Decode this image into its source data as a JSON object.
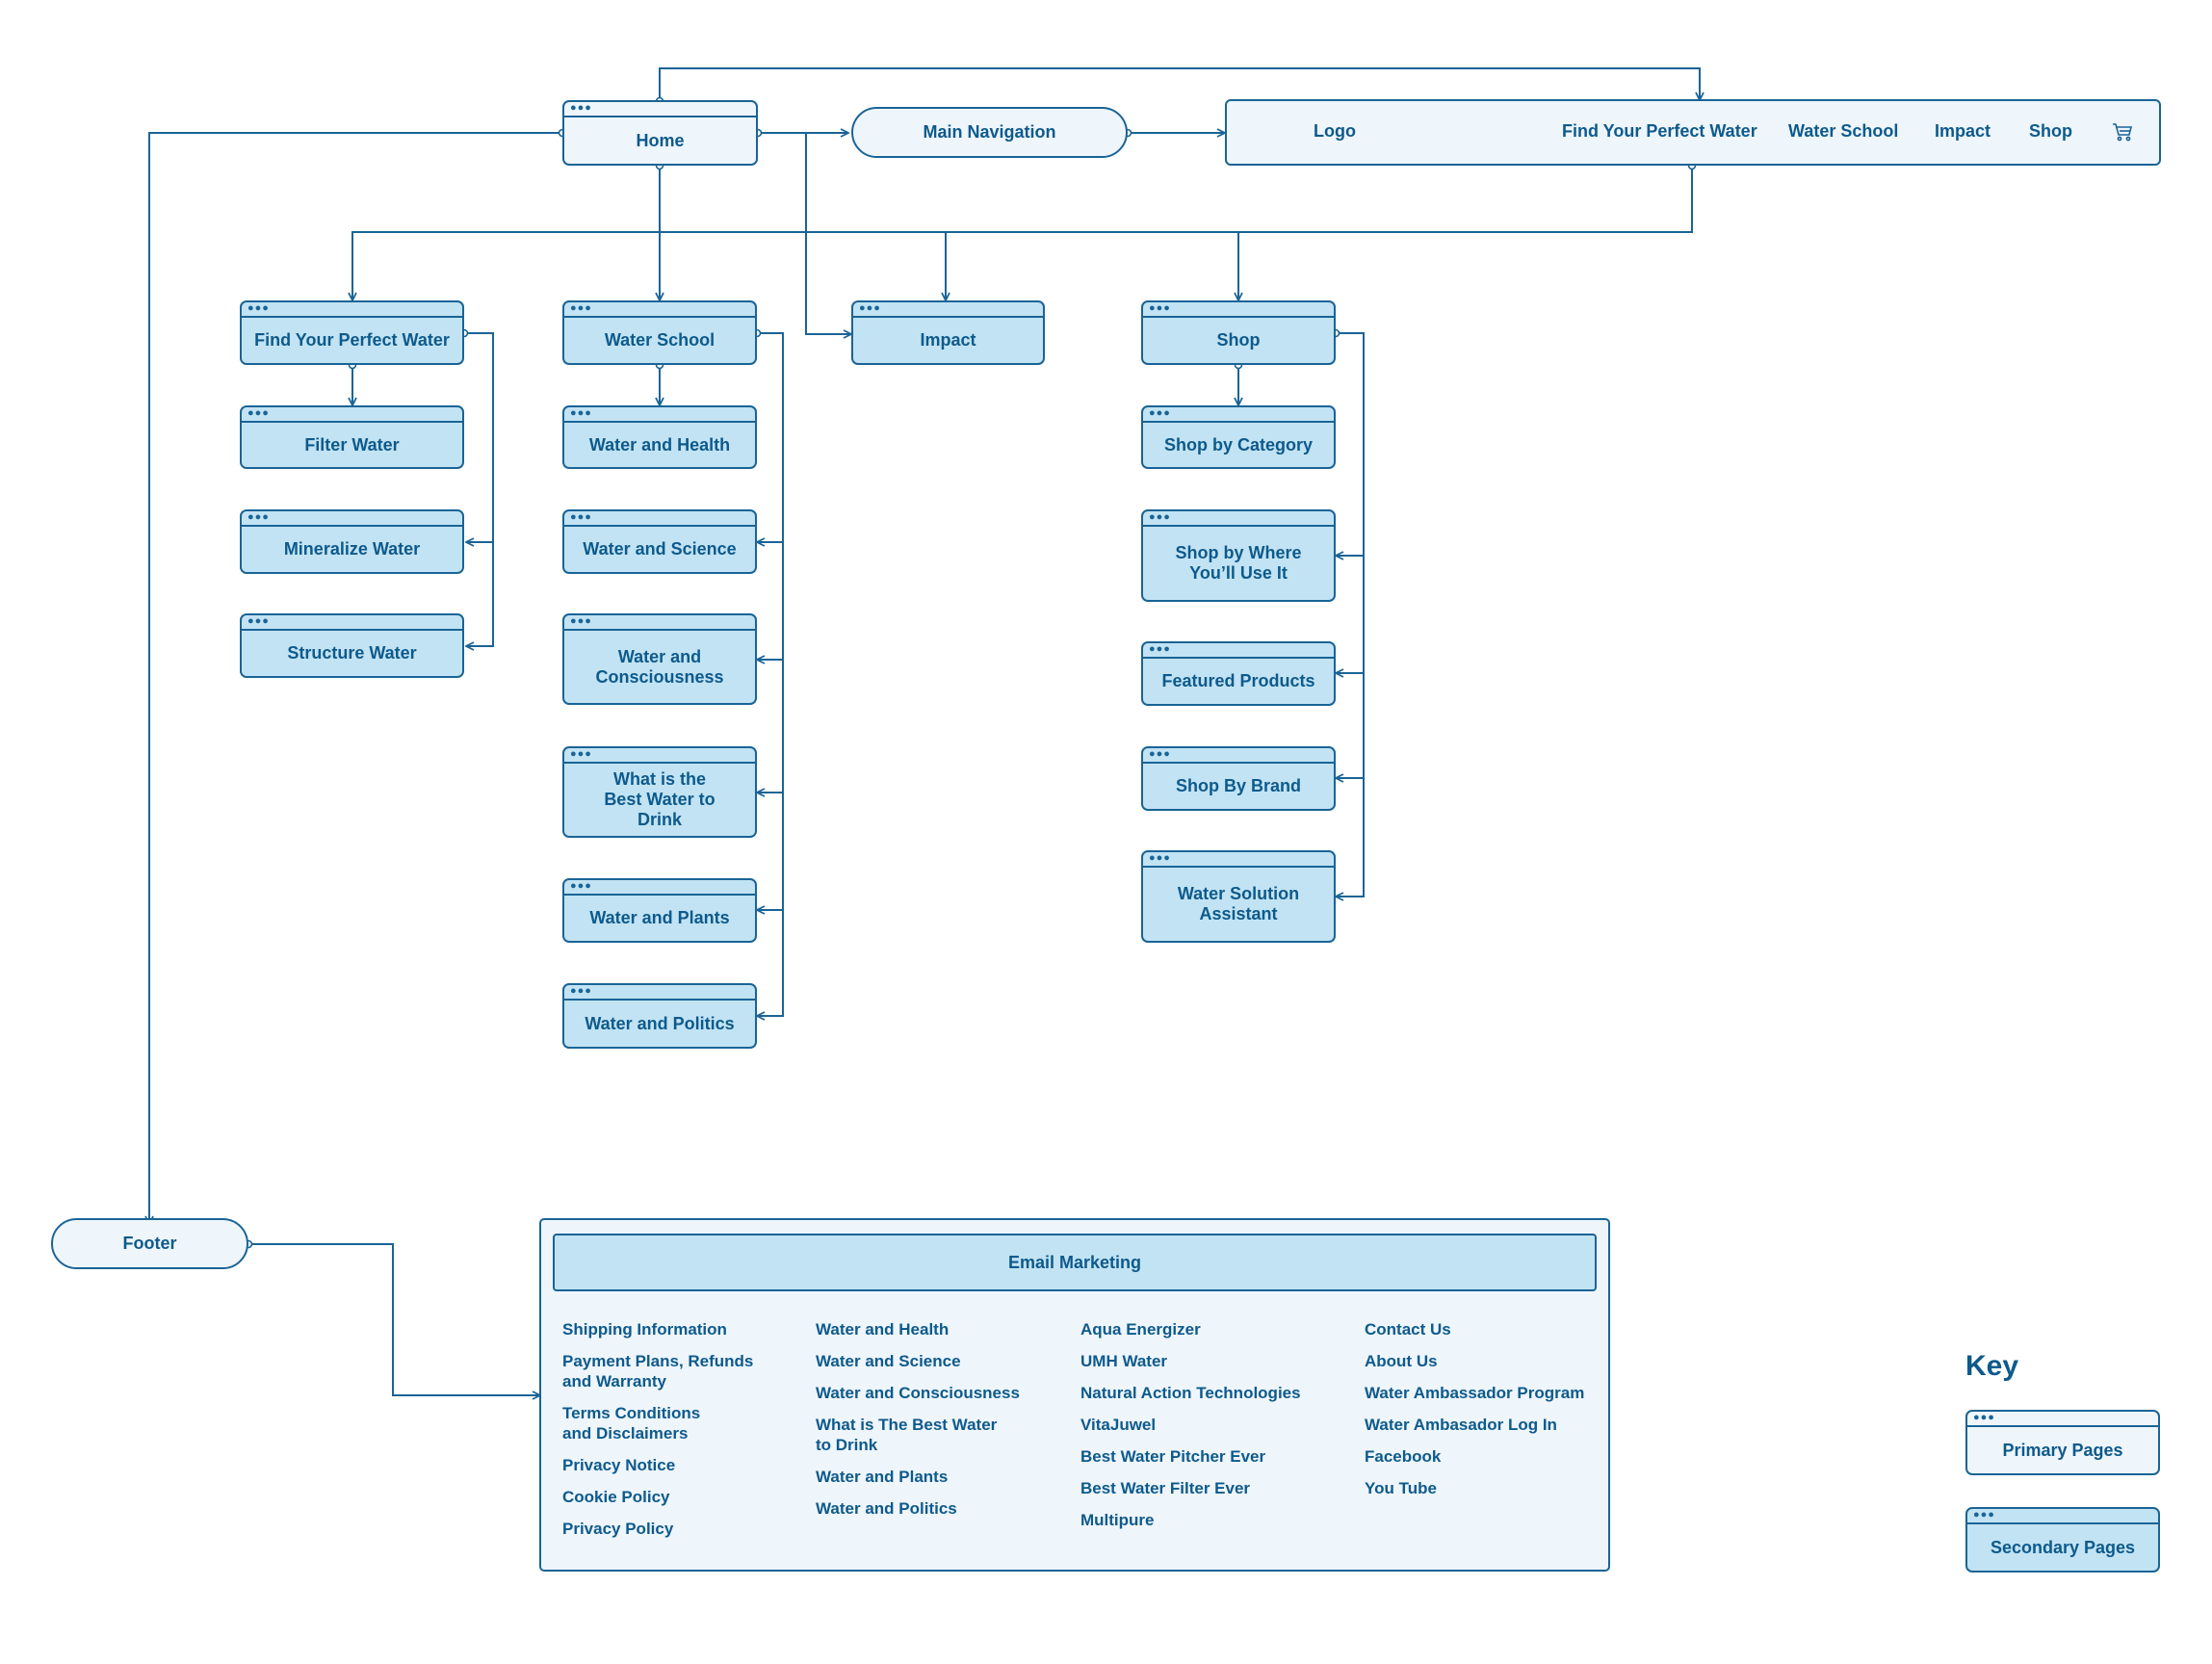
{
  "nav": {
    "home": "Home",
    "main_navigation": "Main Navigation",
    "bar": {
      "logo": "Logo",
      "find": "Find Your Perfect Water",
      "school": "Water School",
      "impact": "Impact",
      "shop": "Shop",
      "cart_icon": "cart-icon"
    }
  },
  "primary_pages": {
    "find": "Find Your Perfect Water",
    "school": "Water School",
    "impact": "Impact",
    "shop": "Shop"
  },
  "find_children": [
    "Filter Water",
    "Mineralize Water",
    "Structure Water"
  ],
  "school_children": [
    "Water and Health",
    "Water and Science",
    "Water and Consciousness",
    "What is the Best Water to Drink",
    "Water and Plants",
    "Water and Politics"
  ],
  "shop_children": [
    "Shop by Category",
    "Shop by Where You’ll Use It",
    "Featured Products",
    "Shop By Brand",
    "Water Solution Assistant"
  ],
  "footer": {
    "label": "Footer",
    "email_marketing": "Email Marketing",
    "col1": [
      "Shipping Information",
      "Payment Plans, Refunds and Warranty",
      "Terms Conditions and Disclaimers",
      "Privacy Notice",
      "Cookie Policy",
      "Privacy Policy"
    ],
    "col2": [
      "Water and Health",
      "Water and Science",
      "Water and Consciousness",
      "What is The Best Water to Drink",
      "Water and Plants",
      "Water and Politics"
    ],
    "col3": [
      "Aqua Energizer",
      "UMH Water",
      "Natural Action Technologies",
      "VitaJuwel",
      "Best Water Pitcher Ever",
      "Best Water Filter Ever",
      "Multipure"
    ],
    "col4": [
      "Contact Us",
      "About Us",
      "Water Ambassador Program",
      "Water Ambasador Log In",
      "Facebook",
      "You Tube"
    ]
  },
  "key": {
    "title": "Key",
    "primary": "Primary Pages",
    "secondary": "Secondary Pages"
  },
  "colors": {
    "stroke": "#1a6496",
    "text": "#0d5a8c",
    "primary_fill": "#eef5fb",
    "secondary_fill": "#c2e3f3"
  }
}
